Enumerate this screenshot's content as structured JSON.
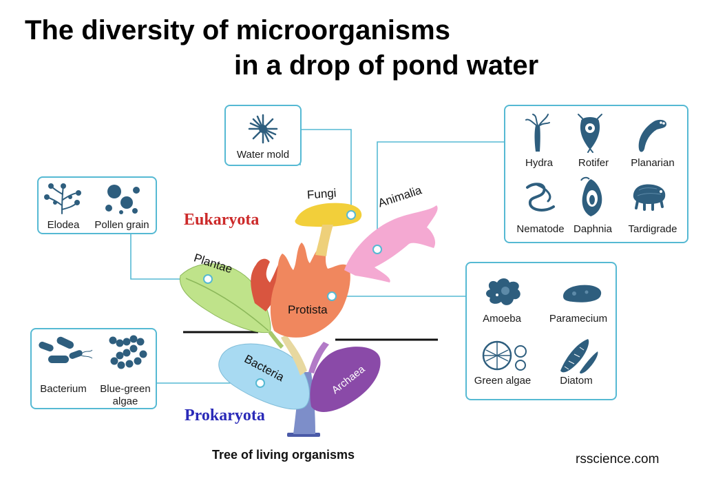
{
  "title": {
    "line1": "The diversity of microorganisms",
    "line2": "in a drop of pond water"
  },
  "domains": {
    "eukaryota": "Eukaryota",
    "prokaryota": "Prokaryota"
  },
  "branches": {
    "fungi": "Fungi",
    "animalia": "Animalia",
    "plantae": "Plantae",
    "protista": "Protista",
    "bacteria": "Bacteria",
    "archaea": "Archaea"
  },
  "groups": {
    "fungi": [
      "Water mold"
    ],
    "animalia": [
      "Hydra",
      "Rotifer",
      "Planarian",
      "Nematode",
      "Daphnia",
      "Tardigrade"
    ],
    "plantae": [
      "Elodea",
      "Pollen grain"
    ],
    "protista": [
      "Amoeba",
      "Paramecium",
      "Green algae",
      "Diatom"
    ],
    "bacteria": [
      "Bacterium",
      "Blue-green",
      "algae"
    ]
  },
  "caption": "Tree of living organisms",
  "website": "rsscience.com",
  "colors": {
    "box_border": "#55b9d3",
    "icon": "#2e5e7e",
    "eukaryota": "#cc2a2a",
    "prokaryota": "#2a2ab8",
    "fungi": "#f2cf3a",
    "animalia": "#f2a6cf",
    "plantae": "#b9e07a",
    "protista": "#f0875e",
    "bacteria": "#a6d9f0",
    "archaea": "#8a4aa8"
  }
}
